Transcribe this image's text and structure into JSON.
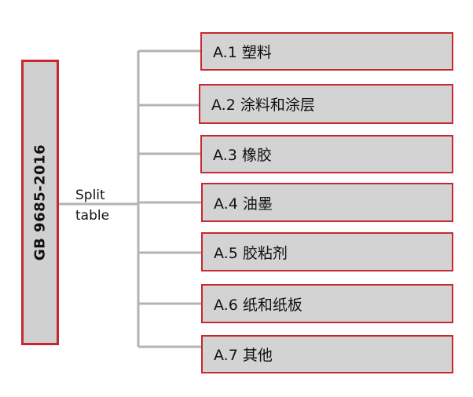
{
  "root": {
    "label": "GB 9685-2016"
  },
  "split": {
    "line1": "Split",
    "line2": "table"
  },
  "leaves": [
    {
      "label": "A.1 塑料"
    },
    {
      "label": "A.2 涂料和涂层"
    },
    {
      "label": "A.3 橡胶"
    },
    {
      "label": "A.4 油墨"
    },
    {
      "label": "A.5 胶粘剂"
    },
    {
      "label": "A.6 纸和纸板"
    },
    {
      "label": "A.7 其他"
    }
  ],
  "colors": {
    "border": "#c8282f",
    "box_fill": "#d3d3d3",
    "connector": "#b3b3b3"
  }
}
